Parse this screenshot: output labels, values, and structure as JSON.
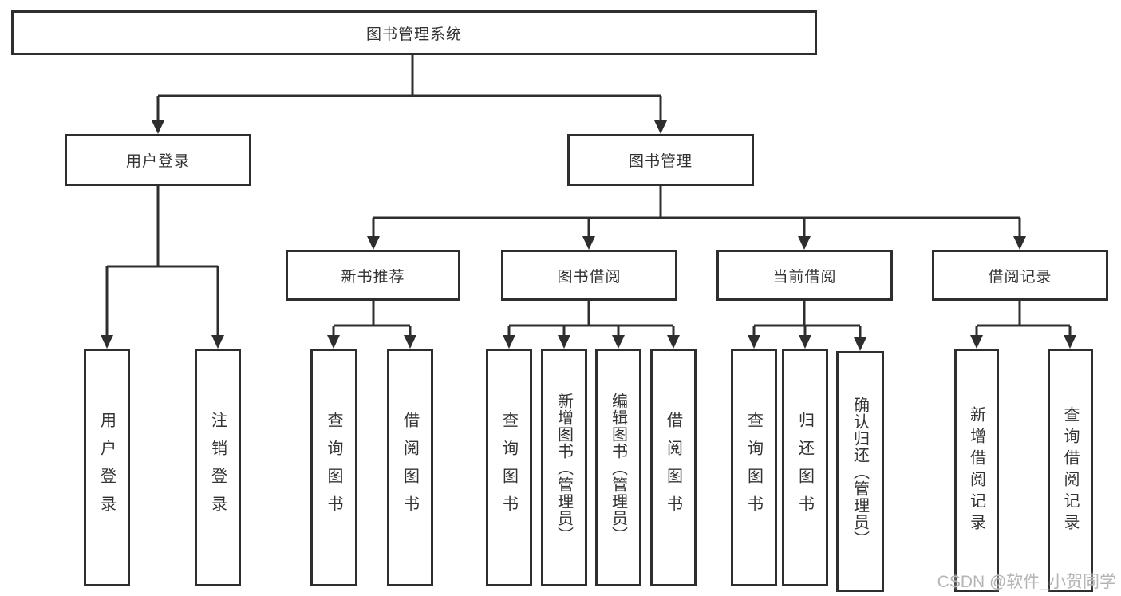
{
  "diagram": {
    "root": {
      "label": "图书管理系统",
      "children": [
        {
          "label": "用户登录",
          "children": [
            {
              "label": "用户登录"
            },
            {
              "label": "注销登录"
            }
          ]
        },
        {
          "label": "图书管理",
          "children": [
            {
              "label": "新书推荐",
              "children": [
                {
                  "label": "查询图书"
                },
                {
                  "label": "借阅图书"
                }
              ]
            },
            {
              "label": "图书借阅",
              "children": [
                {
                  "label": "查询图书"
                },
                {
                  "label": "新增图书（管理员）"
                },
                {
                  "label": "编辑图书（管理员）"
                },
                {
                  "label": "借阅图书"
                }
              ]
            },
            {
              "label": "当前借阅",
              "children": [
                {
                  "label": "查询图书"
                },
                {
                  "label": "归还图书"
                },
                {
                  "label": "确认归还（管理员）"
                }
              ]
            },
            {
              "label": "借阅记录",
              "children": [
                {
                  "label": "新增借阅记录"
                },
                {
                  "label": "查询借阅记录"
                }
              ]
            }
          ]
        }
      ]
    }
  },
  "watermark": {
    "text": "CSDN @软件_小贺同学"
  },
  "colors": {
    "line": "#2e2e2e",
    "box_border": "#2e2e2e",
    "text": "#333333",
    "watermark": "#b5b5b5",
    "background": "#ffffff"
  }
}
